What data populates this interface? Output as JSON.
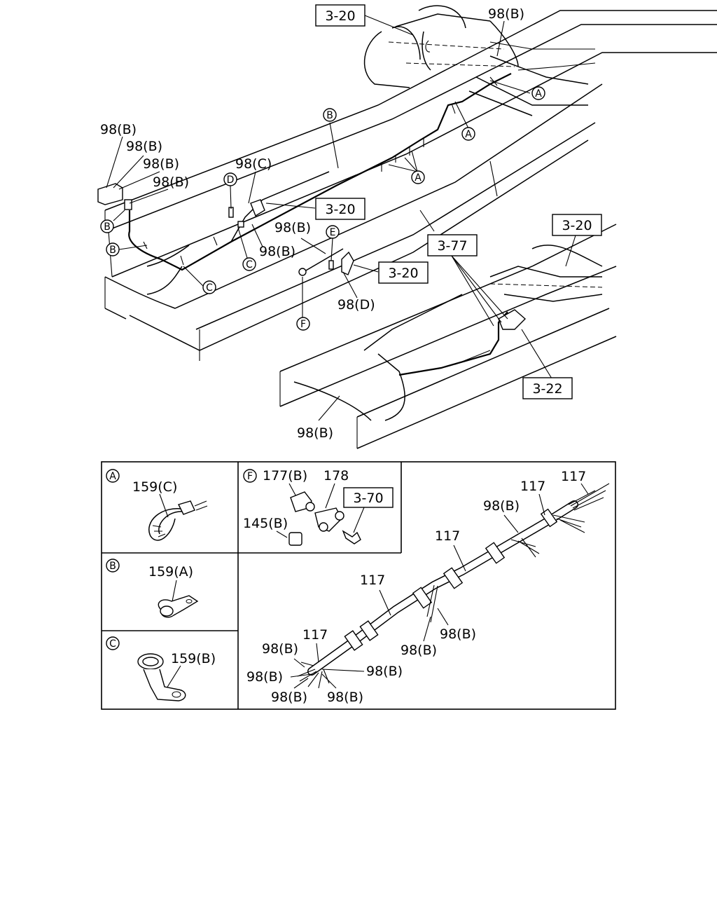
{
  "refs": {
    "r320_top": "3-20",
    "r320_mid": "3-20",
    "r320_right": "3-20",
    "r320_low": "3-20",
    "r377": "3-77",
    "r322": "3-22",
    "r370": "3-70"
  },
  "labels": {
    "top_98b": "98(B)",
    "left_98b_1": "98(B)",
    "left_98b_2": "98(B)",
    "left_98b_3": "98(B)",
    "left_98b_4": "98(B)",
    "mid_98c": "98(C)",
    "mid_98b_a": "98(B)",
    "mid_98b_b": "98(B)",
    "mid_98d": "98(D)",
    "bottom_98b": "98(B)"
  },
  "markers": {
    "A": "A",
    "B": "B",
    "C": "C",
    "D": "D",
    "E": "E",
    "F": "F"
  },
  "details": {
    "A": {
      "part": "159(C)"
    },
    "B": {
      "part": "159(A)"
    },
    "C": {
      "part": "159(B)"
    },
    "F": {
      "p1": "177(B)",
      "p2": "178",
      "p3": "145(B)"
    }
  },
  "harness": {
    "l117_1": "117",
    "l117_2": "117",
    "l117_3": "117",
    "l117_4": "117",
    "l117_5": "117",
    "l98b_1": "98(B)",
    "l98b_2": "98(B)",
    "l98b_3": "98(B)",
    "l98b_4": "98(B)",
    "l98b_5": "98(B)",
    "l98b_6": "98(B)",
    "l98b_7": "98(B)",
    "l98b_8": "98(B)"
  }
}
